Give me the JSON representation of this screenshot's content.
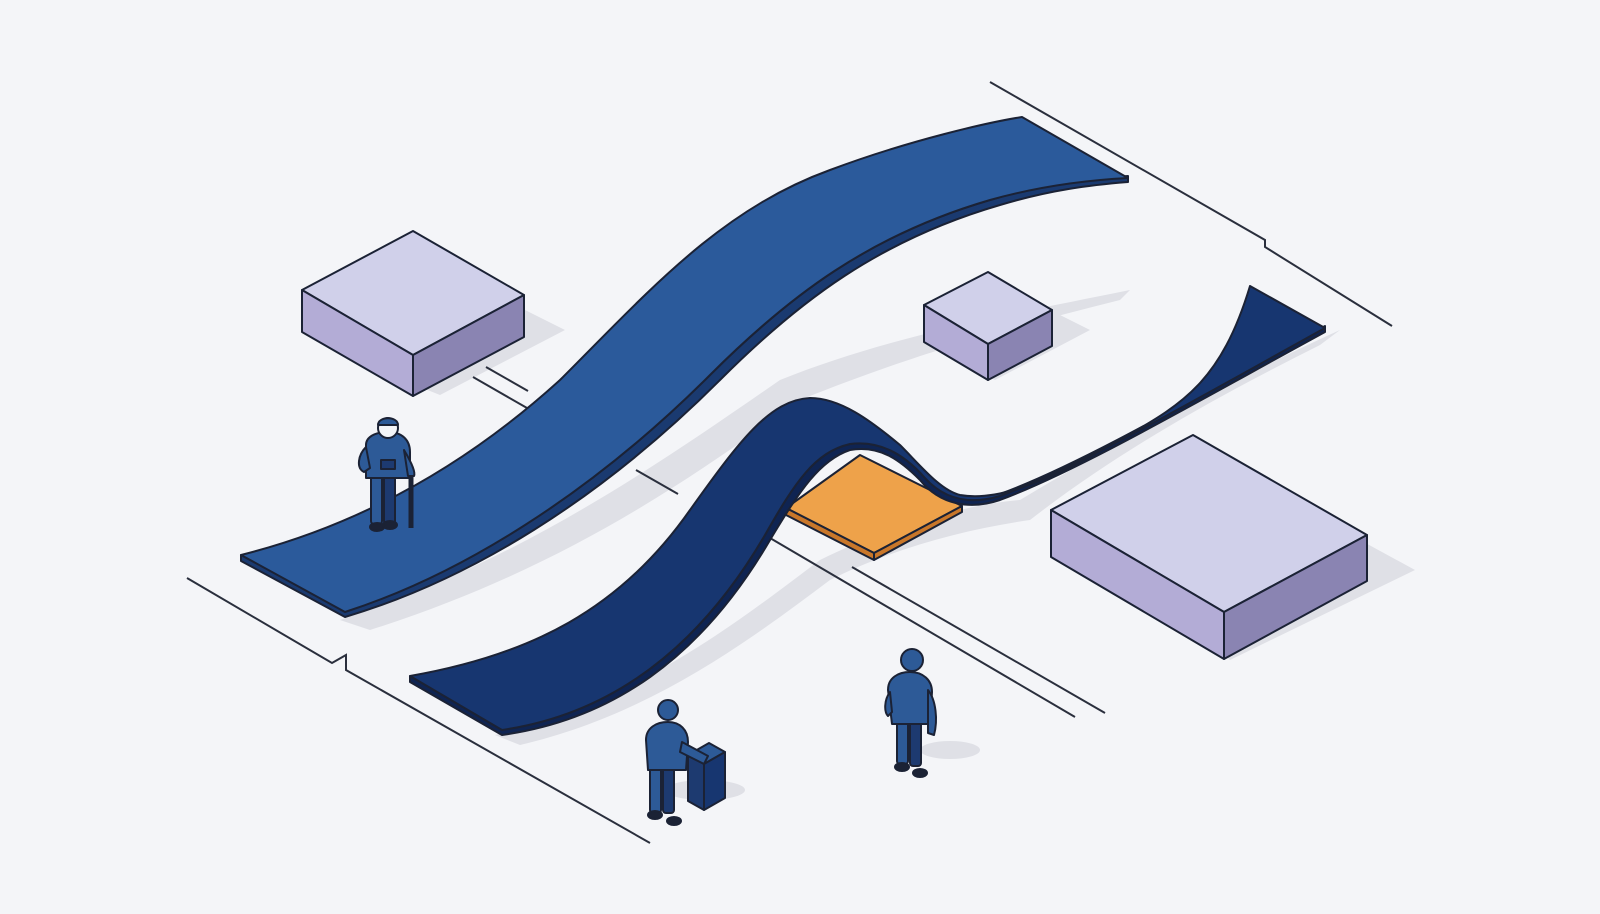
{
  "illustration": {
    "subject": "isometric-two-ribbon-paths",
    "colors": {
      "background": "#f4f5f8",
      "ribbon_light": "#2b5a9b",
      "ribbon_light_edge": "#1a3a70",
      "ribbon_dark": "#173670",
      "ribbon_dark_edge": "#0f2452",
      "block_top": "#d0d0ea",
      "block_left": "#b3acd6",
      "block_right": "#8a84b2",
      "orange_pad": "#eea24a",
      "orange_pad_edge": "#c9772a",
      "person_body": "#2d5a97",
      "person_dark": "#1d3a70",
      "shadow": "#dadce3",
      "line": "#2a2f3d"
    },
    "elements": [
      "upper-ribbon",
      "lower-ribbon",
      "orange-pad",
      "block-top-left",
      "block-middle",
      "block-right",
      "person-with-cane",
      "person-with-box",
      "person-standing"
    ]
  }
}
